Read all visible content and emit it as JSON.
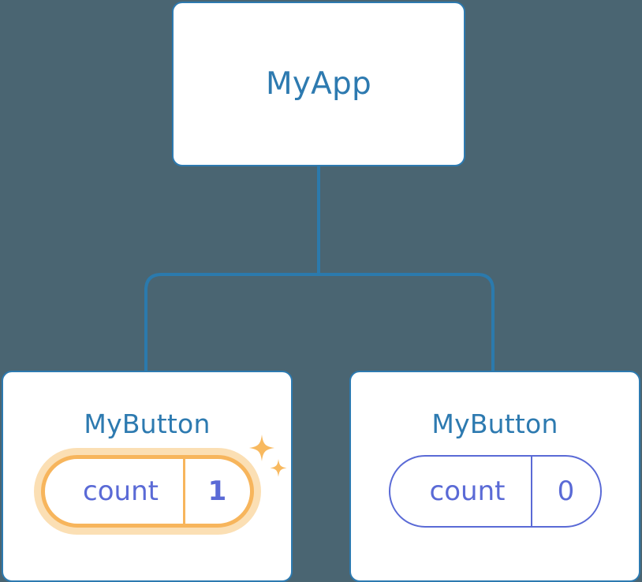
{
  "diagram": {
    "title": "component-tree",
    "background_color": "#4a6572",
    "node_border_color": "#2d7ab0",
    "connector_color": "#2b7aad",
    "highlight_color": "#f7b55c",
    "highlight_glow_color": "#fbdfb4",
    "prop_color": "#5a6ad6",
    "root": {
      "label": "MyApp"
    },
    "children": [
      {
        "label": "MyButton",
        "prop_key": "count",
        "prop_value": "1",
        "highlighted": true,
        "sparkle_icon": "sparkles-icon"
      },
      {
        "label": "MyButton",
        "prop_key": "count",
        "prop_value": "0",
        "highlighted": false
      }
    ]
  }
}
